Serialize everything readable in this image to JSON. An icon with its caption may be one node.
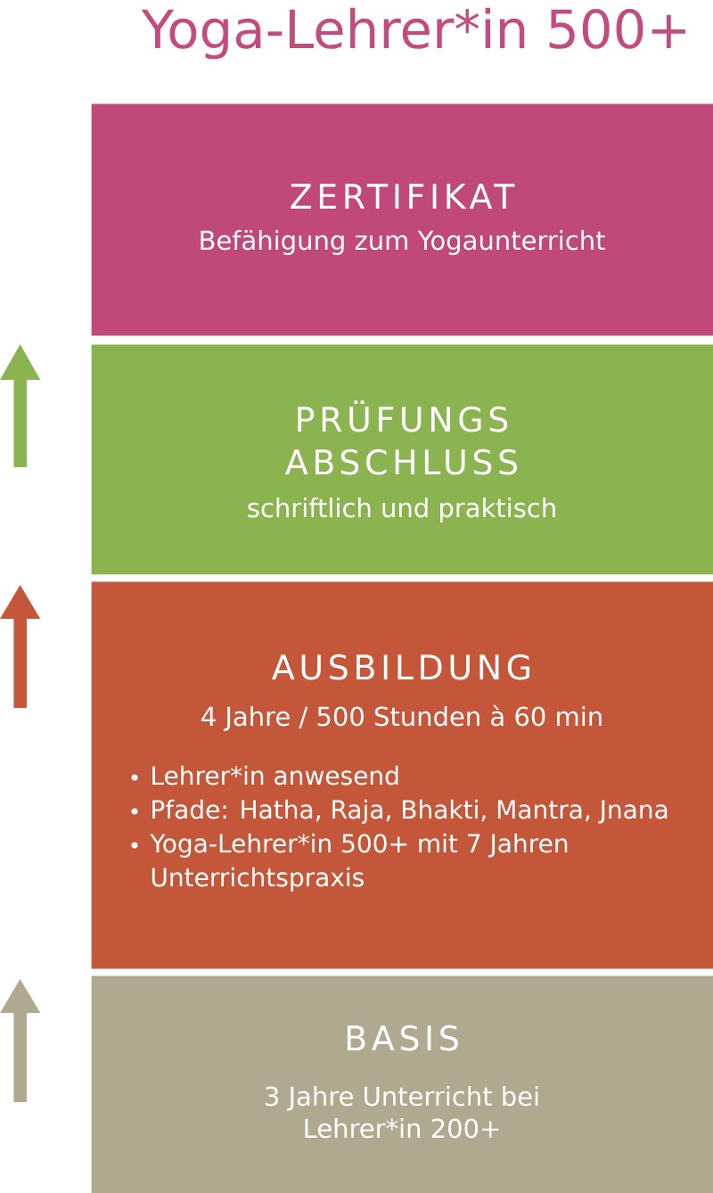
{
  "diagram": {
    "title": "Yoga-Lehrer*in 500+",
    "nodes": [
      {
        "text": [
          "ZERTIFIKAT",
          "Befähigung zum Yogaunterricht"
        ]
      },
      {
        "text": [
          "PRÜFUNGS ABSCHLUSS",
          "schriftlich und praktisch"
        ]
      },
      {
        "text": [
          "AUSBILDUNG",
          "4 Jahre / 500 Stunden à 60 min",
          "Lehrer*in anwesend",
          "Pfade: Hatha, Raja, Bhakti, Mantra, Jnana",
          "Yoga-Lehrer*in 500+ mit 7 Jahren Unterrichtspraxis"
        ]
      },
      {
        "text": [
          "BASIS",
          "3 Jahre Unterricht bei Lehrer*in 200+"
        ]
      }
    ]
  }
}
